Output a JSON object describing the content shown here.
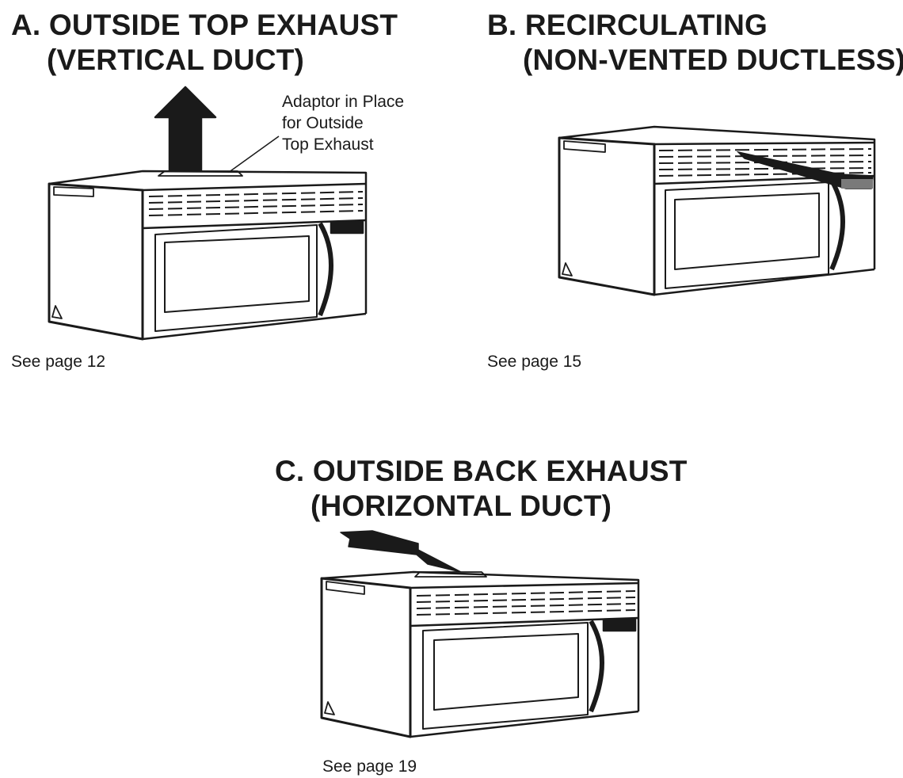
{
  "panels": [
    {
      "id": "A",
      "heading_line1": "A. OUTSIDE TOP EXHAUST",
      "heading_line2": "(VERTICAL DUCT)",
      "callout": [
        "Adaptor in Place",
        "for Outside",
        "Top Exhaust"
      ],
      "caption": "See page 12"
    },
    {
      "id": "B",
      "heading_line1": "B. RECIRCULATING",
      "heading_line2": "(NON-VENTED DUCTLESS)",
      "caption": "See page 15"
    },
    {
      "id": "C",
      "heading_line1": "C. OUTSIDE BACK EXHAUST",
      "heading_line2": "(HORIZONTAL DUCT)",
      "caption": "See page 19"
    }
  ],
  "colors": {
    "ink": "#1a1a1a",
    "background": "#ffffff",
    "shade": "#7a7a7a"
  }
}
